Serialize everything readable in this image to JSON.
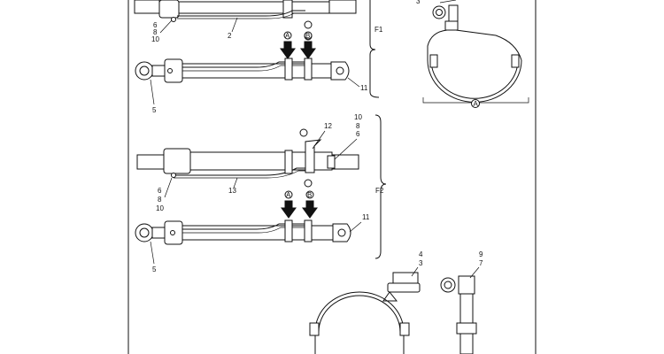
{
  "callouts": {
    "top_left_6": "6",
    "top_left_8": "8",
    "top_left_10": "10",
    "top_hose_2": "2",
    "top_lower_5": "5",
    "top_lower_11": "11",
    "top_bracket_3": "3",
    "mid_12": "12",
    "mid_10": "10",
    "mid_8": "8",
    "mid_6": "6",
    "mid_left_6": "6",
    "mid_left_8": "8",
    "mid_left_10": "10",
    "mid_13": "13",
    "bot_11": "11",
    "bot_5": "5",
    "clamp_4": "4",
    "clamp_3": "3",
    "clamp_9": "9",
    "clamp_7": "7"
  },
  "groups": {
    "f1": "F1",
    "f2": "F2"
  },
  "view_markers": {
    "a": "A",
    "b": "B"
  }
}
